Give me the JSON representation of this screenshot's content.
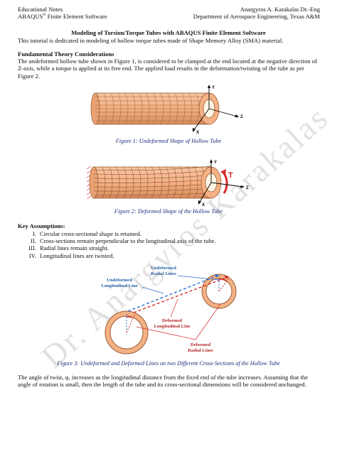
{
  "header": {
    "left_line1": "Educational Notes",
    "left_line2_prefix": "ABAQUS",
    "left_line2_sup": "®",
    "left_line2_suffix": " Finite Element Software",
    "right_line1": "Anargyros A. Karakalas Dr.-Eng",
    "right_line2": "Department of Aerospace Engineering, Texas A&M"
  },
  "title": "Modeling of Torsion/Torque Tubes with ABAQUS Finite Element Software",
  "intro": "This tutorial is dedicated in modeling of hollow torque tubes made of Shape Memory Alloy (SMA) material.",
  "section1": {
    "heading": "Fundamental Theory Considerations",
    "body": "The undeformed hollow tube shown in Figure 1, is considered to be clamped at the end located at the negative direction of Z-axis, while a torque is applied at its free end. The applied load results in the deformation/twisting of the tube as per Figure 2."
  },
  "figure1": {
    "caption": "Figure 1: Undeformed Shape of Hollow Tube",
    "axis_x": "X",
    "axis_y": "Y",
    "axis_z": "Z"
  },
  "figure2": {
    "caption": "Figure 2: Deformed Shape of the Hollow Tube",
    "axis_x": "X",
    "axis_y": "Y",
    "axis_z": "Z",
    "torque_label": "T"
  },
  "key_assumptions": {
    "heading": "Key Assumptions:",
    "items": [
      {
        "num": "I.",
        "text": "Circular cross-sectional shape is retained."
      },
      {
        "num": "II.",
        "text": "Cross-sections remain perpendicular to the longitudinal axis of the tube."
      },
      {
        "num": "III.",
        "text": "Radial lines remain straight."
      },
      {
        "num": "IV.",
        "text": "Longitudinal lines are twisted."
      }
    ]
  },
  "figure3": {
    "caption": "Figure 3: Undeformed and Deformed Lines on two Different Cross-Sections of the Hollow Tube",
    "label_undeformed_radial_1": "Undeformed",
    "label_undeformed_radial_2": "Radial Lines",
    "label_undeformed_long_1": "Undeformed",
    "label_undeformed_long_2": "Longitudinal Line",
    "label_deformed_long_1": "Deformed",
    "label_deformed_long_2": "Longitudinal Line",
    "label_deformed_radial_1": "Deformed",
    "label_deformed_radial_2": "Radial Lines"
  },
  "closing": "The angle of twist, φ, increases as the longitudinal distance from the fixed end of the tube increases. Assuming that the angle of rotation is small, then the length of the tube and its cross-sectional dimensions will be considered unchanged.",
  "watermark": "Dr. Anargyros Karakalas",
  "colors": {
    "tube_fill": "#f4b184",
    "tube_mesh": "#9b5e37",
    "caption": "#1b2a78",
    "blue_line": "#2a6fd1",
    "red_line": "#d62b2b",
    "label_blue": "#1f5fa8",
    "label_red": "#b52222"
  }
}
